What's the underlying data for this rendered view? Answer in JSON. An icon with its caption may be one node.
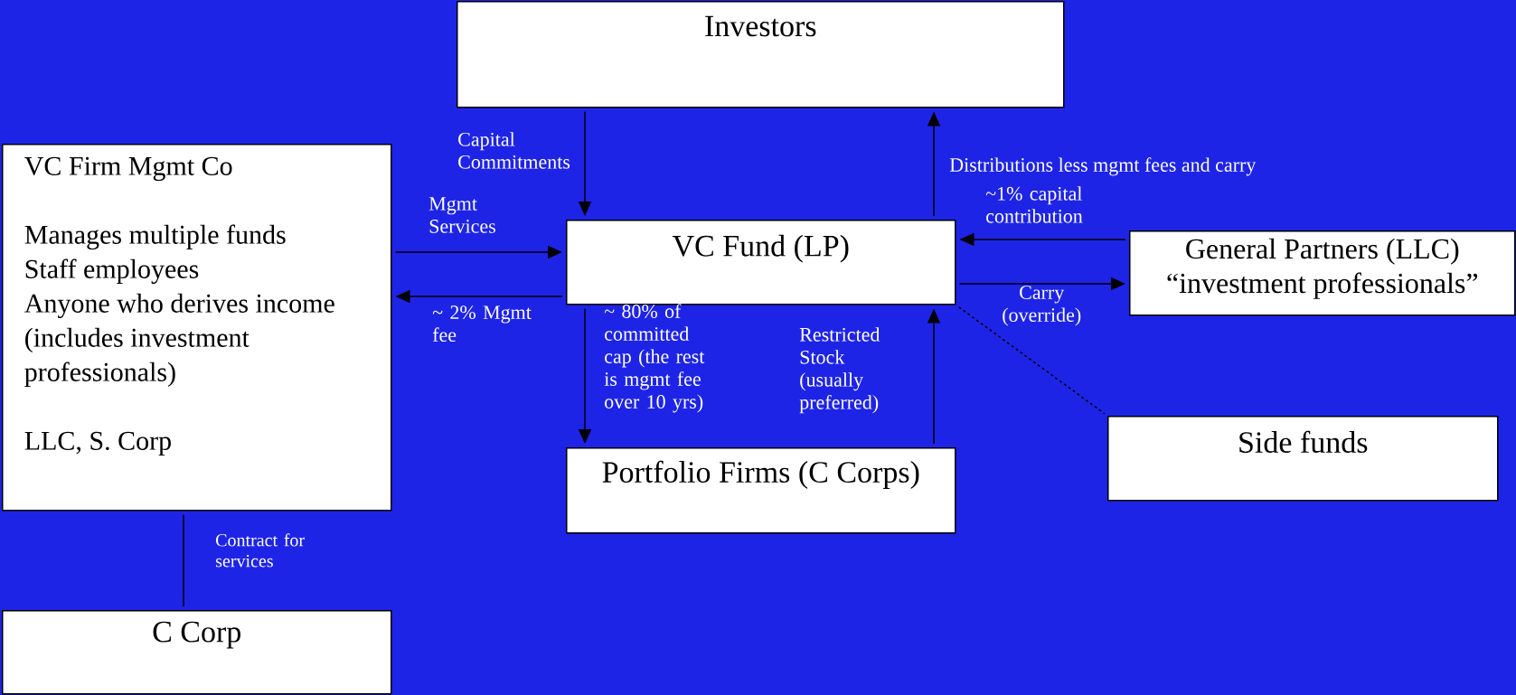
{
  "diagram": {
    "nodes": [
      {
        "text": [
          "Investors"
        ]
      },
      {
        "text": [
          "VC Firm Mgmt Co",
          "Manages multiple funds",
          "Staff employees",
          "Anyone who derives income (includes investment professionals)",
          "LLC, S. Corp"
        ]
      },
      {
        "text": [
          "VC Fund (LP)"
        ]
      },
      {
        "text": [
          "General Partners (LLC)",
          "“investment professionals”"
        ]
      },
      {
        "text": [
          "Portfolio Firms (C Corps)"
        ]
      },
      {
        "text": [
          "Side funds"
        ]
      },
      {
        "text": [
          "C Corp"
        ]
      }
    ],
    "edges": [
      {
        "from": 0,
        "to": 2,
        "arrow": "to",
        "label": "Capital Commitments"
      },
      {
        "from": 2,
        "to": 0,
        "arrow": "to",
        "label": "Distributions less mgmt fees and carry"
      },
      {
        "from": 1,
        "to": 2,
        "arrow": "to",
        "label": "Mgmt Services"
      },
      {
        "from": 2,
        "to": 1,
        "arrow": "to",
        "label": "~ 2% Mgmt fee"
      },
      {
        "from": 2,
        "to": 4,
        "arrow": "to",
        "label": "~ 80% of committed cap (the rest is mgmt fee over 10 yrs)"
      },
      {
        "from": 4,
        "to": 2,
        "arrow": "to",
        "label": "Restricted Stock (usually preferred)"
      },
      {
        "from": 3,
        "to": 2,
        "arrow": "to",
        "label": "~1% capital contribution"
      },
      {
        "from": 2,
        "to": 3,
        "arrow": "to",
        "label": "Carry (override)"
      },
      {
        "from": 2,
        "to": 5,
        "arrow": "none",
        "style": "dashed"
      },
      {
        "from": 1,
        "to": 6,
        "arrow": "none",
        "label": "Contract for services"
      }
    ]
  }
}
